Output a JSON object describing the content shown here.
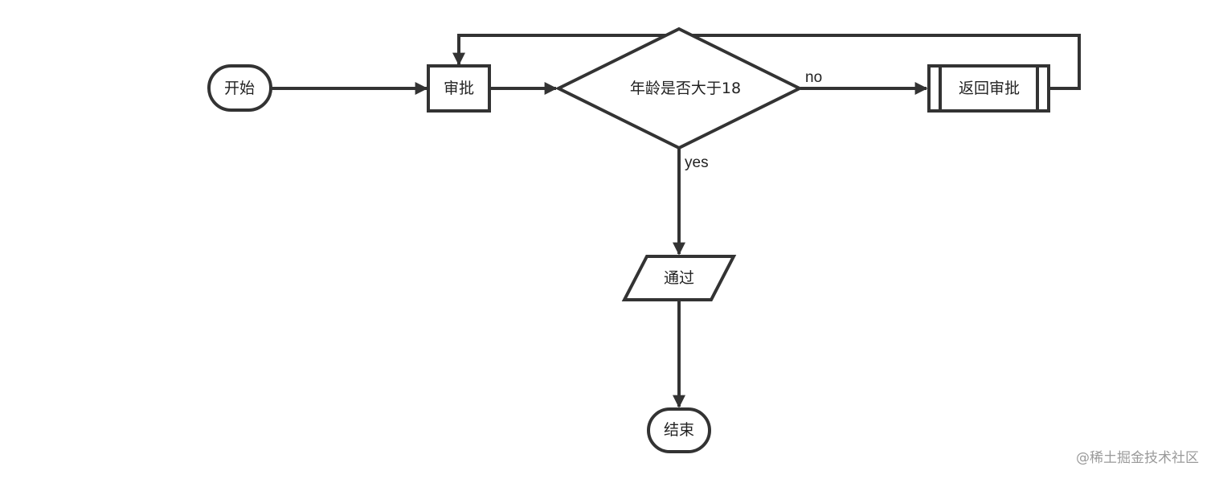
{
  "diagram": {
    "nodes": {
      "start": "开始",
      "approve": "审批",
      "decision": "年龄是否大于18",
      "return_approve": "返回审批",
      "pass": "通过",
      "end": "结束"
    },
    "edges": {
      "no_label": "no",
      "yes_label": "yes"
    }
  },
  "watermark": "@稀土掘金技术社区",
  "colors": {
    "stroke": "#333333",
    "background": "#ffffff",
    "watermark": "#9a9a9a"
  }
}
